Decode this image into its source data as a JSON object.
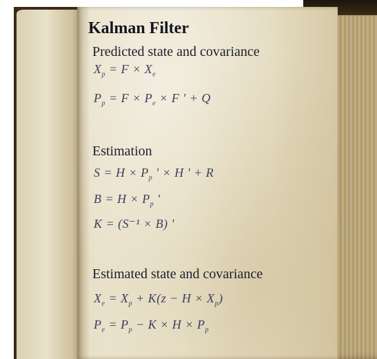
{
  "title": "Kalman Filter",
  "sections": [
    {
      "heading": "Predicted state and covariance",
      "equations": [
        "X_p = F × X_e",
        "P_p = F × P_e × F ' + Q"
      ]
    },
    {
      "heading": "Estimation",
      "equations": [
        "S = H × P_p ' × H ' + R",
        "B = H × P_p '",
        "K = (S⁻¹ × B) '"
      ]
    },
    {
      "heading": "Estimated state and covariance",
      "equations": [
        "X_e = X_p + K(z − H × X_p)",
        "P_e = P_p − K × H × P_p"
      ]
    }
  ]
}
